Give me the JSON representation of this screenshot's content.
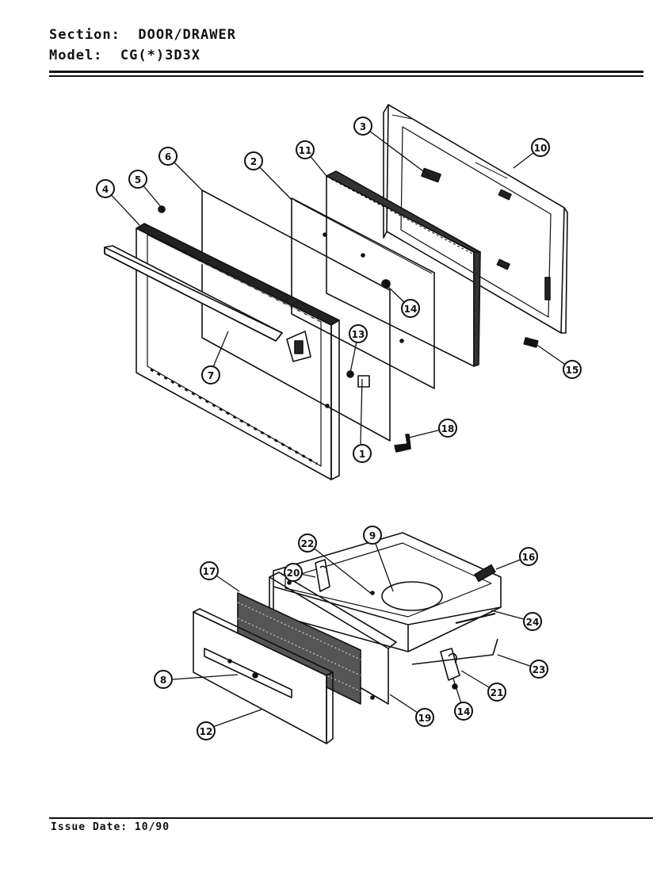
{
  "header": {
    "section_label": "Section:",
    "section_value": "DOOR/DRAWER",
    "model_label": "Model:",
    "model_value": "CG(*)3D3X"
  },
  "footer": {
    "issue_label": "Issue Date:",
    "issue_value": "10/90"
  },
  "callouts": {
    "c1": "1",
    "c2": "2",
    "c3": "3",
    "c4": "4",
    "c5": "5",
    "c6": "6",
    "c7": "7",
    "c8": "8",
    "c9": "9",
    "c10": "10",
    "c11": "11",
    "c12": "12",
    "c13": "13",
    "c14a": "14",
    "c14b": "14",
    "c15": "15",
    "c16": "16",
    "c17": "17",
    "c18": "18",
    "c19": "19",
    "c20": "20",
    "c21": "21",
    "c22": "22",
    "c23": "23",
    "c24": "24"
  }
}
